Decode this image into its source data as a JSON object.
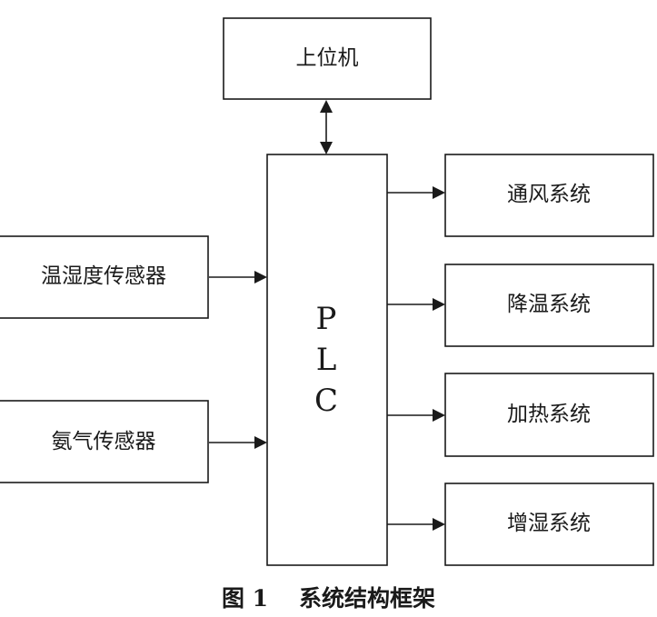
{
  "diagram": {
    "nodes": {
      "host": "上位机",
      "plc": "PLC",
      "sensor_th": "温湿度传感器",
      "sensor_nh3": "氨气传感器",
      "vent": "通风系统",
      "cool": "降温系统",
      "heat": "加热系统",
      "humid": "增湿系统"
    },
    "edges": [
      {
        "from": "host",
        "to": "plc",
        "direction": "both"
      },
      {
        "from": "sensor_th",
        "to": "plc",
        "direction": "forward"
      },
      {
        "from": "sensor_nh3",
        "to": "plc",
        "direction": "forward"
      },
      {
        "from": "plc",
        "to": "vent",
        "direction": "forward"
      },
      {
        "from": "plc",
        "to": "cool",
        "direction": "forward"
      },
      {
        "from": "plc",
        "to": "heat",
        "direction": "forward"
      },
      {
        "from": "plc",
        "to": "humid",
        "direction": "forward"
      }
    ]
  },
  "caption": {
    "number": "图 1",
    "title": "系统结构框架"
  }
}
